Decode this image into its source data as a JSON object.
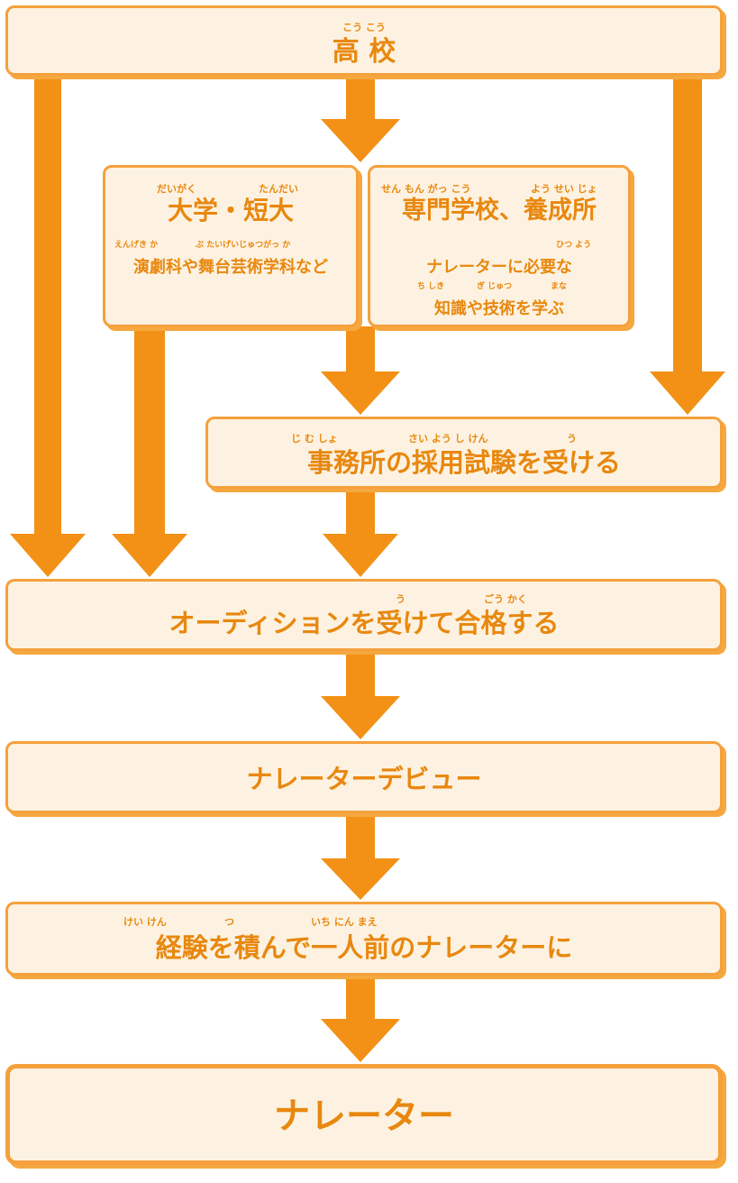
{
  "colors": {
    "arrow": "#f39116",
    "box_fill": "#fdf2e1",
    "box_border": "#f5a03c",
    "text": "#e8880f"
  },
  "nodes": {
    "high_school": {
      "label": "高 校",
      "ruby": "こう こう"
    },
    "university": {
      "title": "大学・短大",
      "ruby_daigaku": "だいがく",
      "ruby_tandai": "たんだい",
      "desc": "演劇科や舞台芸術学科など",
      "ruby_engekika": "えんげき か",
      "ruby_butai": "ぶ たいげいじゅつがっ か"
    },
    "vocational": {
      "title": "専門学校、養成所",
      "ruby_senmon": "せん もん がっ こう",
      "ruby_yousei": "よう せい じょ",
      "line1": "ナレーターに必要な",
      "ruby_hitsuyou": "ひつ よう",
      "line2": "知識や技術を学ぶ",
      "ruby_chishiki": "ち しき",
      "ruby_gijutsu": "ぎ じゅつ",
      "ruby_manabu": "まな"
    },
    "office_exam": {
      "label": "事務所の採用試験を受ける",
      "ruby_jimusho": "じ む しょ",
      "ruby_saiyou": "さい よう し けん",
      "ruby_u": "う"
    },
    "audition": {
      "label": "オーディションを受けて合格する",
      "ruby_u": "う",
      "ruby_goukaku": "ごう かく"
    },
    "debut": {
      "label": "ナレーターデビュー"
    },
    "experience": {
      "label": "経験を積んで一人前のナレーターに",
      "ruby_keiken": "けい けん",
      "ruby_tsu": "つ",
      "ruby_ichininmae": "いち にん まえ"
    },
    "narrator": {
      "label": "ナレーター"
    }
  }
}
